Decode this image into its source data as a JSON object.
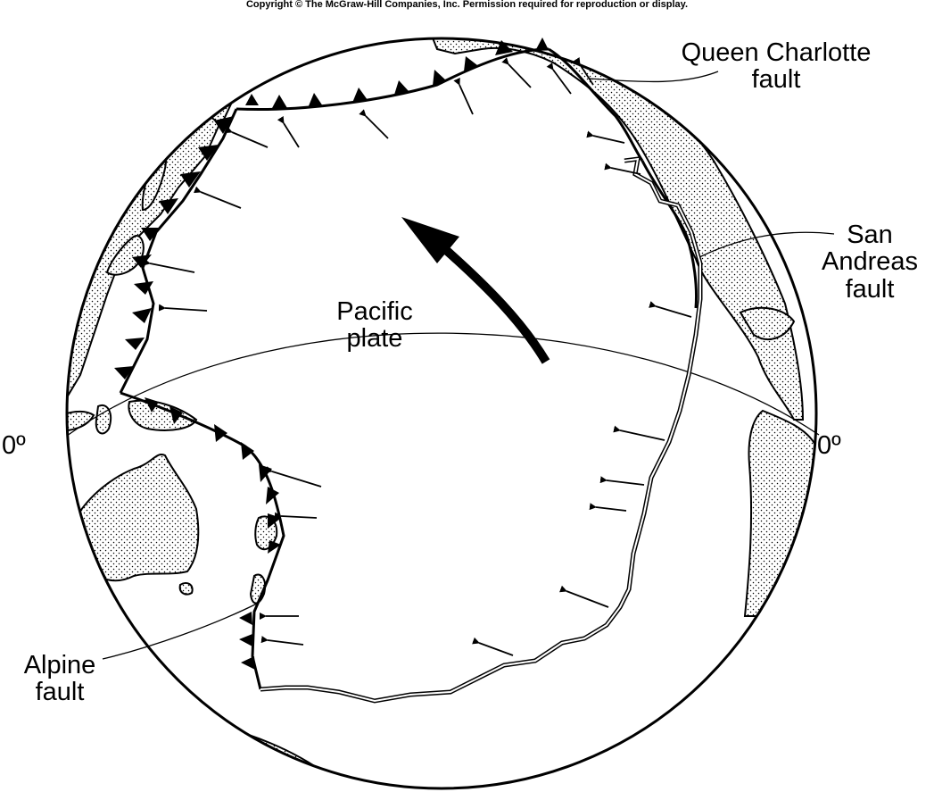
{
  "copyright": "Copyright © The McGraw-Hill Companies, Inc. Permission required for reproduction or display.",
  "labels": {
    "queen_charlotte": [
      "Queen Charlotte",
      "fault"
    ],
    "san_andreas": [
      "San",
      "Andreas",
      "fault"
    ],
    "pacific_plate": [
      "Pacific",
      "plate"
    ],
    "alpine": [
      "Alpine",
      "fault"
    ],
    "equator_left": "0º",
    "equator_right": "0º"
  },
  "colors": {
    "ink": "#000000",
    "paper": "#ffffff",
    "land_stipple": "#000000"
  }
}
